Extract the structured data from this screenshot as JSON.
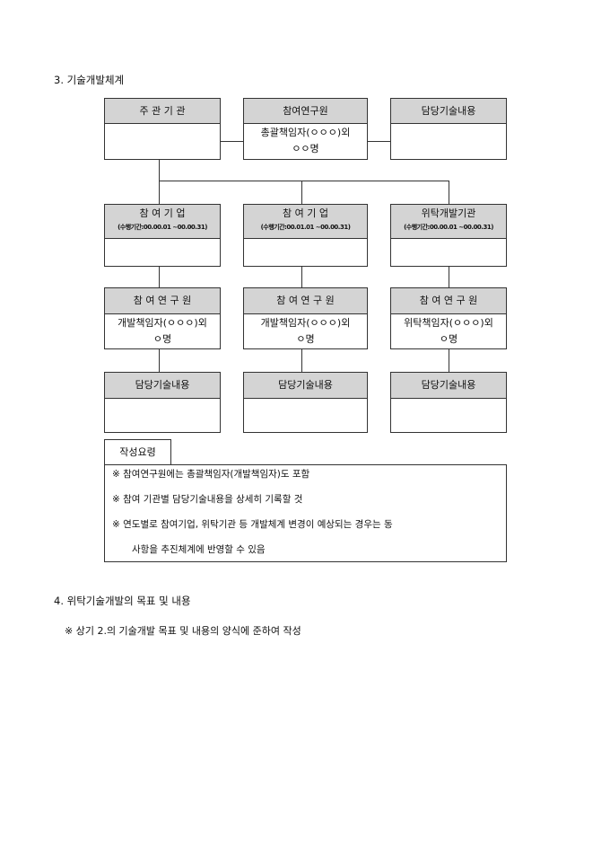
{
  "section3_title": "3. 기술개발체계",
  "row1": [
    {
      "header": "주 관 기 관",
      "body1": "",
      "body2": ""
    },
    {
      "header": "참여연구원",
      "body1": "총괄책임자(ㅇㅇㅇ)외",
      "body2": "ㅇㅇ명"
    },
    {
      "header": "담당기술내용",
      "body1": "",
      "body2": ""
    }
  ],
  "row2": [
    {
      "header": "참 여 기 업",
      "sub": "(수행기간:00.00.01 ~00.00.31)"
    },
    {
      "header": "참 여 기 업",
      "sub": "(수행기간:00.01.01 ~00.00.31)"
    },
    {
      "header": "위탁개발기관",
      "sub": "(수행기간:00.00.01 ~00.00.31)"
    }
  ],
  "row3": [
    {
      "header": "참 여 연 구 원",
      "body1": "개발책임자(ㅇㅇㅇ)외",
      "body2": "ㅇ명"
    },
    {
      "header": "참 여 연 구 원",
      "body1": "개발책임자(ㅇㅇㅇ)외",
      "body2": "ㅇ명"
    },
    {
      "header": "참 여 연 구 원",
      "body1": "위탁책임자(ㅇㅇㅇ)외",
      "body2": "ㅇ명"
    }
  ],
  "row4": [
    {
      "header": "담당기술내용"
    },
    {
      "header": "담당기술내용"
    },
    {
      "header": "담당기술내용"
    }
  ],
  "notes": {
    "tab": "작성요령",
    "lines": [
      "※ 참여연구원에는 총괄책임자(개발책임자)도 포함",
      "※ 참여 기관별 담당기술내용을 상세히 기록할 것",
      "※ 연도별로 참여기업, 위탁기관 등 개발체계 변경이 예상되는 경우는 동",
      "사항을 추진체계에 반영할 수 있음"
    ]
  },
  "section4_title": "4. 위탁기술개발의 목표 및 내용",
  "section4_note": "※ 상기 2.의 기술개발 목표 및 내용의 양식에 준하여 작성"
}
